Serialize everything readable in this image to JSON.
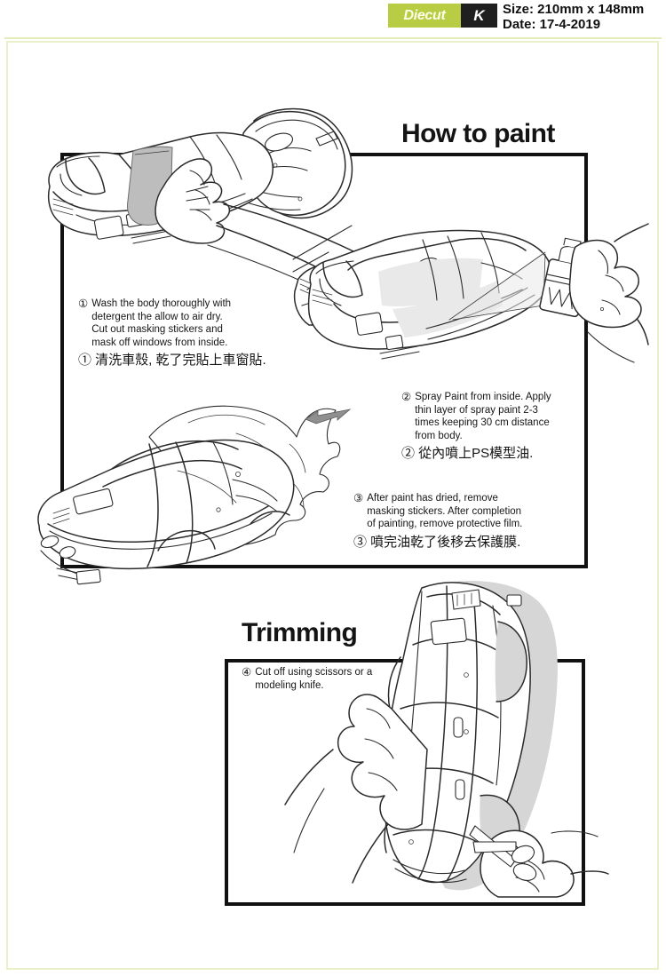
{
  "header": {
    "diecut_label": "Diecut",
    "k_label": "K",
    "size_line": "Size: 210mm x 148mm",
    "date_line": "Date: 17-4-2019",
    "badge_green": "#b9cd44",
    "badge_dark": "#1f1f1f",
    "frame_color": "#eaf0c8"
  },
  "sections": [
    {
      "id": "how-to-paint",
      "heading": "How to paint"
    },
    {
      "id": "trimming",
      "heading": "Trimming"
    }
  ],
  "steps": [
    {
      "marker": "①",
      "english": "Wash the body thoroughly with\ndetergent the allow to air dry.\nCut out masking stickers and\nmask off windows from inside.",
      "chinese": "① 清洗車殼, 乾了完貼上車窗貼."
    },
    {
      "marker": "②",
      "english": "Spray Paint from inside. Apply\nthin layer of spray paint 2-3\ntimes keeping 30 cm distance\nfrom body.",
      "chinese": "② 從內噴上PS模型油."
    },
    {
      "marker": "③",
      "english": "After paint has dried, remove\nmasking stickers. After completion\nof painting, remove protective film.",
      "chinese": "③ 噴完油乾了後移去保護膜."
    },
    {
      "marker": "④",
      "english": "Cut off using scissors or a\nmodeling knife.",
      "chinese": ""
    }
  ],
  "illustrations": [
    {
      "name": "car-body-with-masking-sticker",
      "caption": ""
    },
    {
      "name": "spray-can-painting-body-interior",
      "caption": ""
    },
    {
      "name": "car-body-peeling-protective-film",
      "caption": ""
    },
    {
      "name": "hands-trimming-body-with-scissors",
      "caption": ""
    }
  ]
}
